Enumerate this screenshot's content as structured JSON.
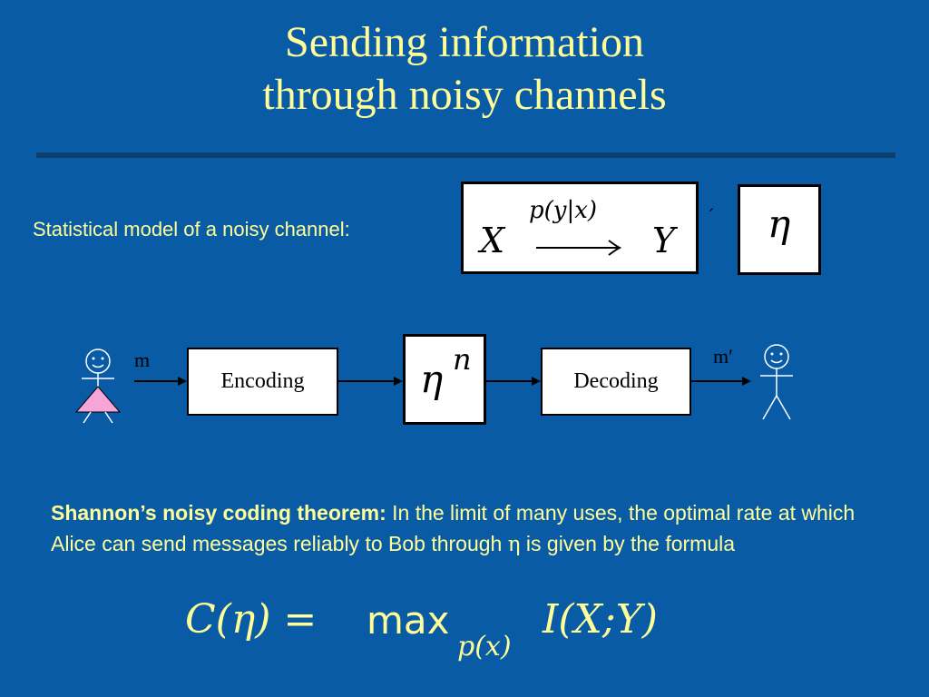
{
  "slide": {
    "title_line1": "Sending information",
    "title_line2": "through noisy channels",
    "model_label": "Statistical model of a noisy channel:",
    "channel_box": {
      "input": "X",
      "transition": "p(y|x)",
      "output": "Y",
      "mark": "´",
      "symbol": "η"
    },
    "diagram": {
      "sender_message": "m",
      "encoding_label": "Encoding",
      "channel_symbol": "η",
      "channel_power": "n",
      "decoding_label": "Decoding",
      "receiver_message": "m′"
    },
    "theorem": {
      "heading": "Shannon’s noisy coding theorem:",
      "text_part1": " In the limit of many uses, the optimal rate at which Alice can send messages reliably to Bob through ",
      "eta": "η",
      "text_part2": " is given by the formula"
    },
    "formula": {
      "lhs": "C(η) =",
      "op": "max",
      "sub": "p(x)",
      "rhs": "I(X;Y)"
    },
    "colors": {
      "background": "#0a5ba6",
      "text": "#ffff99",
      "rule": "#0e3f6e",
      "alice_dress": "#f5a6d6"
    }
  }
}
